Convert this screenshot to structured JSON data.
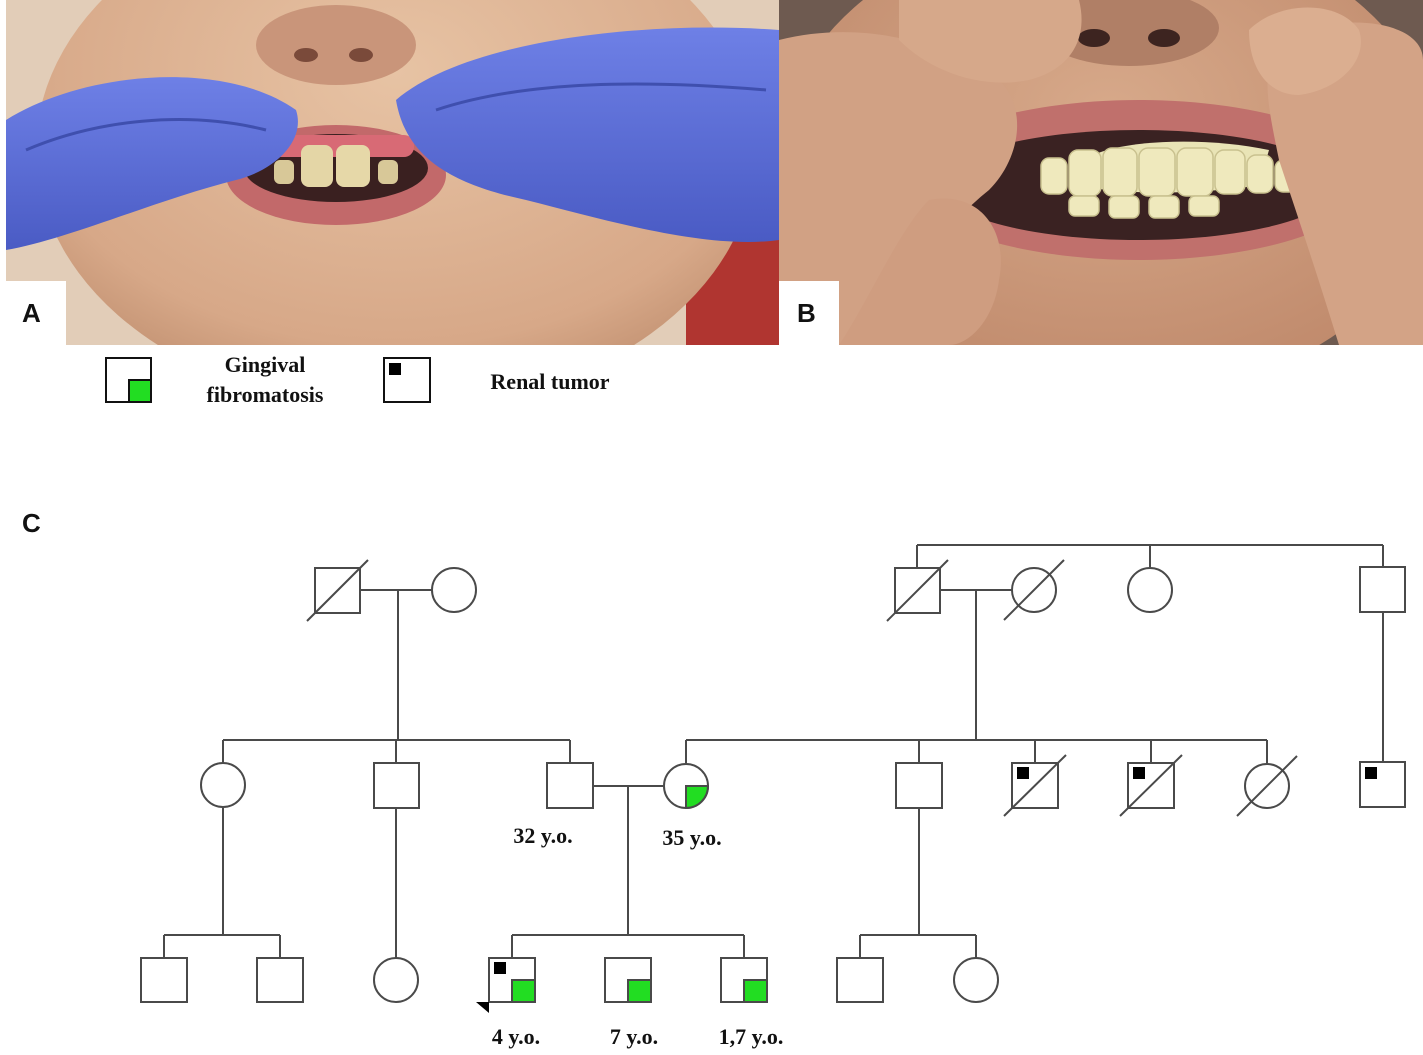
{
  "panels": {
    "a_label": "A",
    "b_label": "B",
    "c_label": "C"
  },
  "legend": {
    "gingival_line1": "Gingival",
    "gingival_line2": "fibromatosis",
    "renal": "Renal tumor"
  },
  "ages": {
    "father": "32 y.o.",
    "mother": "35 y.o.",
    "child1": "4 y.o.",
    "child2": "7 y.o.",
    "child3": "1,7 y.o."
  },
  "colors": {
    "gingival_fill": "#22dd22",
    "renal_fill": "#000000",
    "line": "#444444",
    "glove": "#5b6fd8"
  }
}
